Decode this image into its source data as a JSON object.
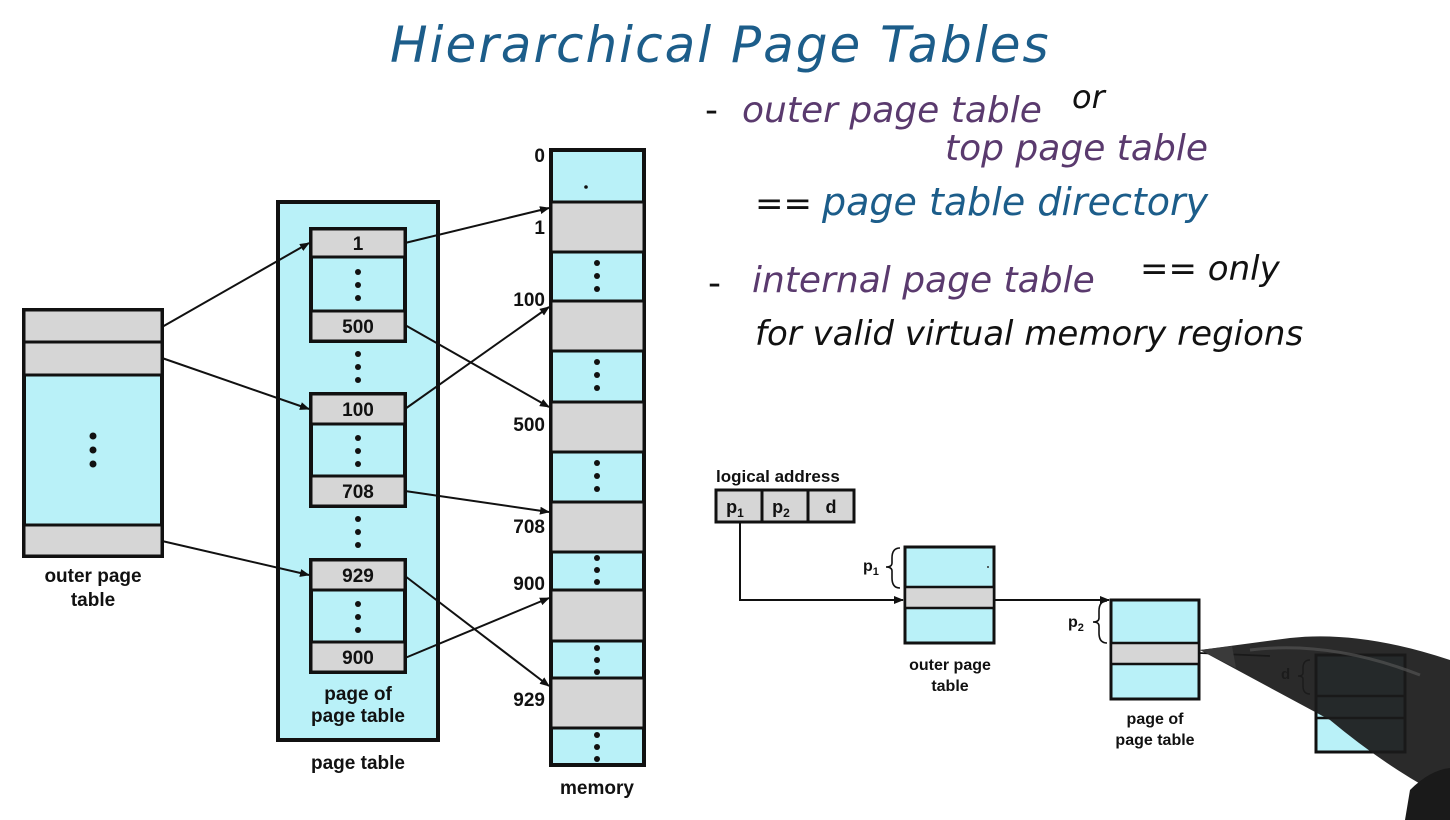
{
  "title": "Hierarchical Page Tables",
  "notes": {
    "bullet1_line1_dash": "-",
    "bullet1_line1_a": "outer page table",
    "bullet1_line1_b": "or",
    "bullet1_line2": "top page table",
    "bullet1_line3_eq": "==",
    "bullet1_line3_b": "page table directory",
    "bullet2_line1_dash": "-",
    "bullet2_line1_a": "internal page table",
    "bullet2_line1_b": "== only",
    "bullet2_line2": "for valid virtual memory regions"
  },
  "left_diagram": {
    "outer_page_table_label_1": "outer page",
    "outer_page_table_label_2": "table",
    "page_of_page_table_label_1": "page of",
    "page_of_page_table_label_2": "page table",
    "page_table_label": "page table",
    "memory_label": "memory",
    "entries": [
      "1",
      "500",
      "100",
      "708",
      "929",
      "900"
    ],
    "memory_addresses": [
      "0",
      "1",
      "100",
      "500",
      "708",
      "900",
      "929"
    ]
  },
  "right_diagram": {
    "logical_address_label": "logical address",
    "fields": [
      "p",
      "p",
      "d"
    ],
    "field_subscripts": [
      "1",
      "2",
      ""
    ],
    "outer_page_table_label_1": "outer page",
    "outer_page_table_label_2": "table",
    "page_of_page_table_label_1": "page of",
    "page_of_page_table_label_2": "page table",
    "p1_label": "p",
    "p1_sub": "1",
    "p2_label": "p",
    "p2_sub": "2",
    "d_label": "d"
  },
  "colors": {
    "cyan": "#b9f1f8",
    "gray": "#d6d6d6",
    "title_blue": "#1c5d8a",
    "purple": "#5a3a6e",
    "ink": "#111111"
  }
}
